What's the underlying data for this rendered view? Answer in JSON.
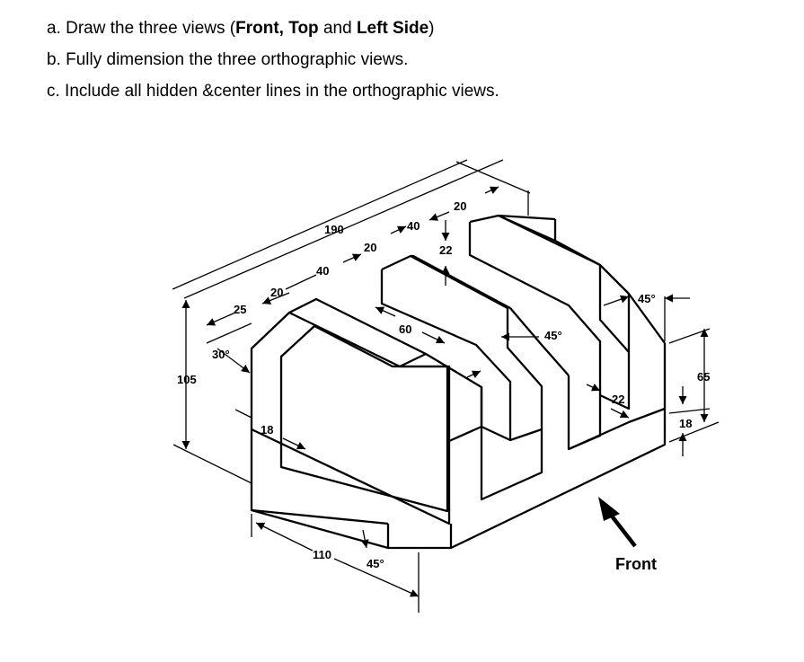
{
  "instructions": {
    "a": {
      "prefix": "a. Draw the three views (",
      "front": "Front,",
      "top": "Top",
      "and": " and ",
      "left": "Left Side",
      "suffix": ")"
    },
    "b": "b. Fully dimension the three orthographic views.",
    "c": "c. Include all hidden &center lines in the orthographic views."
  },
  "drawing": {
    "dimensions": {
      "d190": "190",
      "d40a": "40",
      "d20a": "20",
      "d40b": "40",
      "d20b": "20",
      "d22a": "22",
      "d20c": "20",
      "d25": "25",
      "d30deg": "30°",
      "d105": "105",
      "d18a": "18",
      "d60": "60",
      "d45a": "45°",
      "d45b": "45°",
      "d65": "65",
      "d22b": "22",
      "d18b": "18",
      "d110": "110",
      "d45c": "45°"
    },
    "front_label": "Front"
  }
}
